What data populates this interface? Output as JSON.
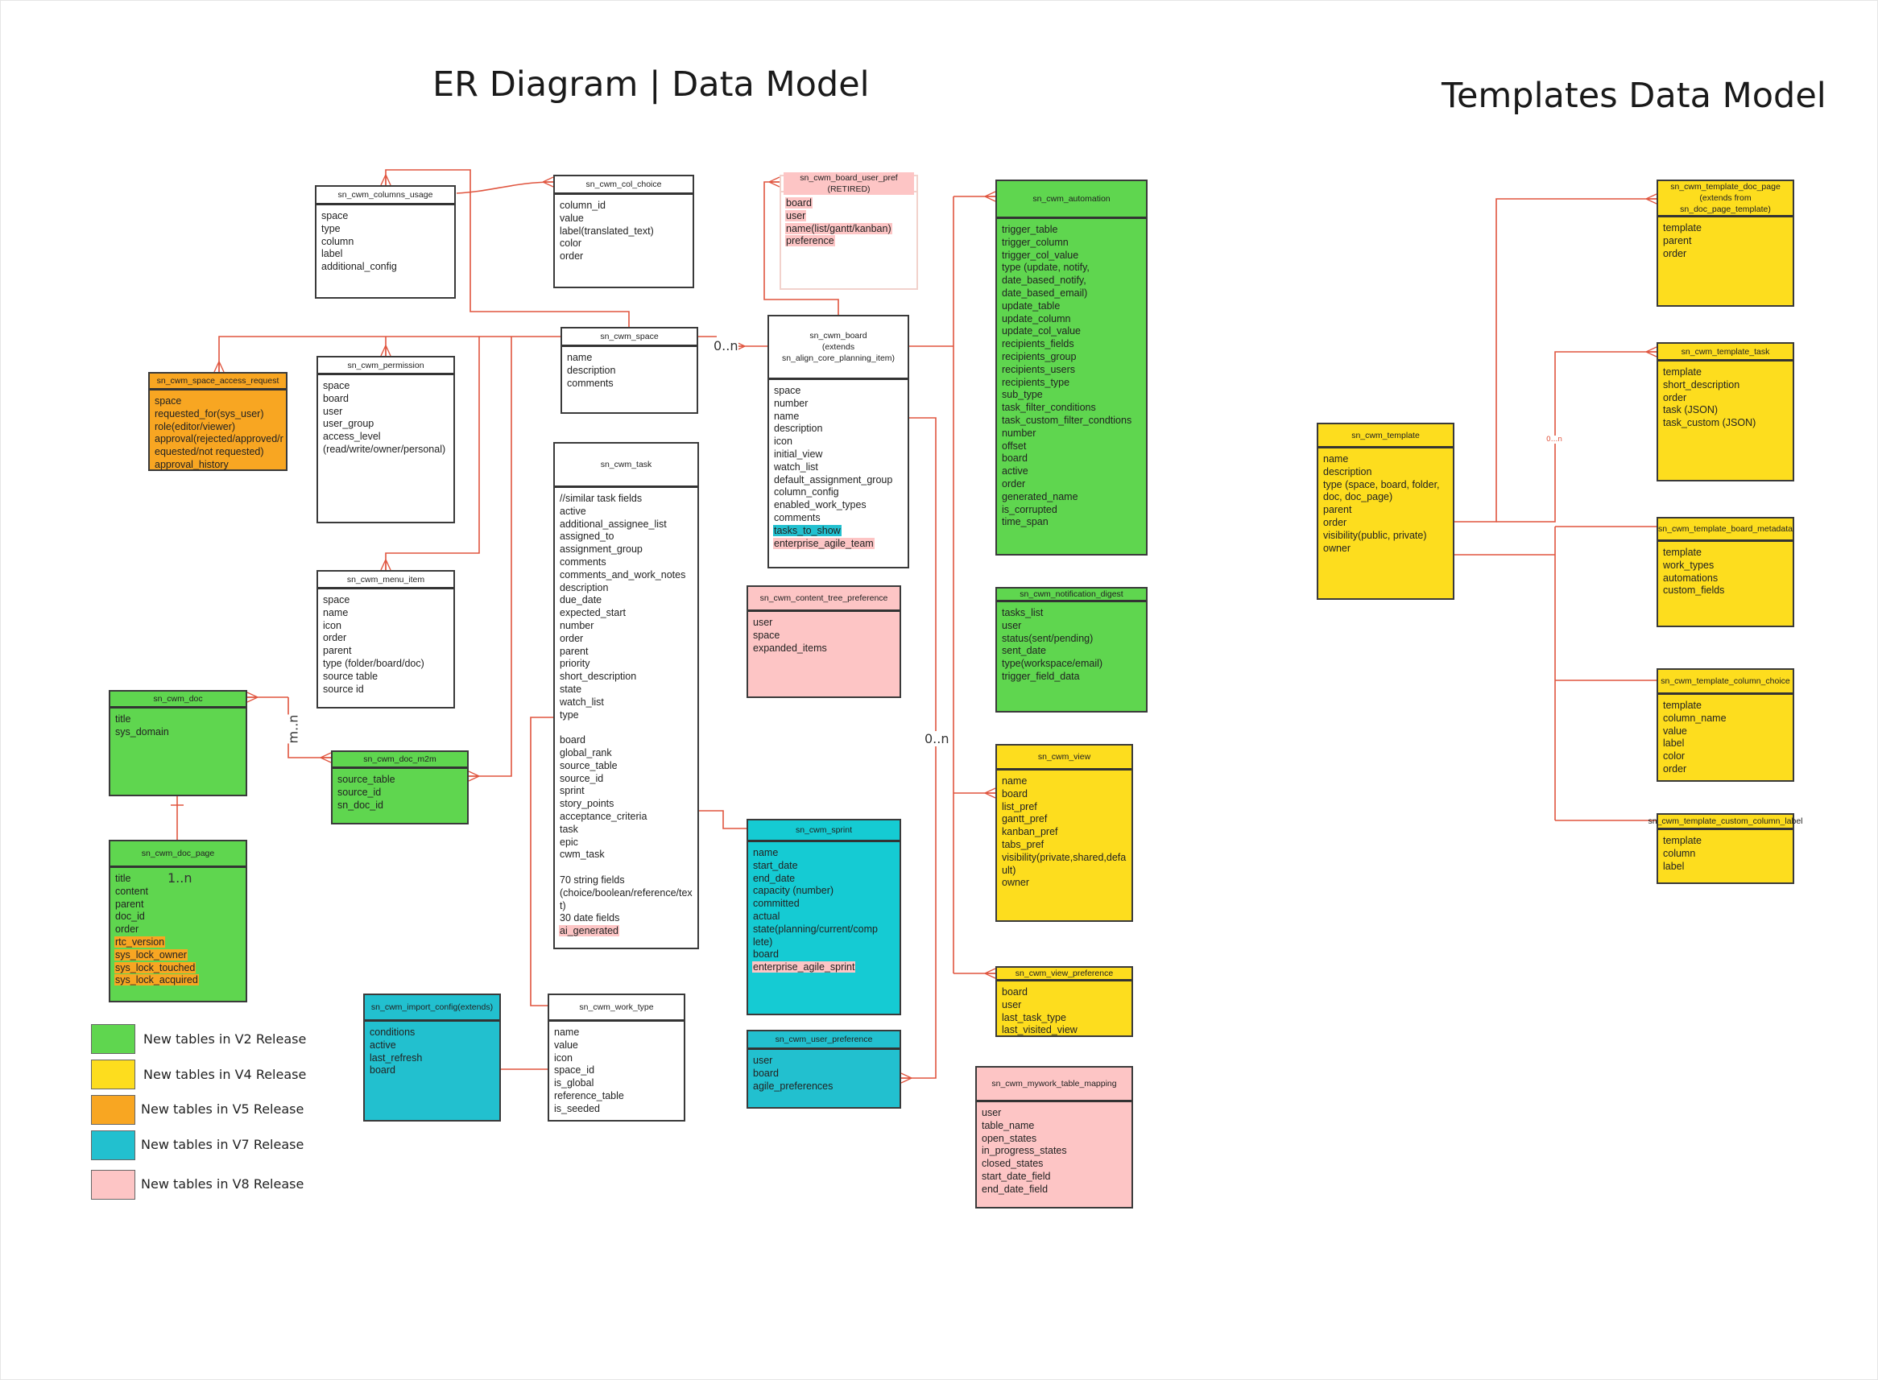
{
  "titles": {
    "er_diagram": "ER Diagram | Data Model",
    "templates": "Templates Data Model"
  },
  "colors": {
    "line": "#e0553f",
    "v2_green": "#5fd64f",
    "v4_yellow": "#fddd1e",
    "v5_orange": "#f8a622",
    "v7_teal": "#22c0cf",
    "v8_pink": "#fdc5c5"
  },
  "legend": [
    {
      "label": "New tables in V2 Release",
      "color": "#5fd64f"
    },
    {
      "label": "New tables in V4 Release",
      "color": "#fddd1e"
    },
    {
      "label": "New tables in V5 Release",
      "color": "#f8a622"
    },
    {
      "label": "New tables in V7 Release",
      "color": "#22c0cf"
    },
    {
      "label": "New tables in V8 Release",
      "color": "#fdc5c5"
    }
  ],
  "cardinality": {
    "space_board": "0..n",
    "board_views": "0..n",
    "doc_m2m": "m..n",
    "doc_page": "1..n",
    "template_children": "0...n"
  },
  "tables": {
    "columns_usage": {
      "title": "sn_cwm_columns_usage",
      "fields": [
        {
          "t": "space"
        },
        {
          "t": "type"
        },
        {
          "t": "column"
        },
        {
          "t": "label"
        },
        {
          "t": "additional_config"
        }
      ]
    },
    "col_choice": {
      "title": "sn_cwm_col_choice",
      "fields": [
        {
          "t": "column_id"
        },
        {
          "t": "value"
        },
        {
          "t": "label(translated_text)"
        },
        {
          "t": "color"
        },
        {
          "t": "order"
        }
      ]
    },
    "board_user_pref": {
      "title": "sn_cwm_board_user_pref (RETIRED)",
      "title_hl": "#fdc5c5",
      "fields": [
        {
          "t": "board",
          "hl": "#fdc5c5"
        },
        {
          "t": "user",
          "hl": "#fdc5c5"
        },
        {
          "t": "name(list/gantt/kanban)",
          "hl": "#fdc5c5"
        },
        {
          "t": "preference",
          "hl": "#fdc5c5"
        }
      ]
    },
    "space": {
      "title": "sn_cwm_space",
      "fields": [
        {
          "t": "name"
        },
        {
          "t": "description"
        },
        {
          "t": "comments"
        }
      ]
    },
    "board": {
      "title": "sn_cwm_board\n(extends\nsn_align_core_planning_item)",
      "fields": [
        {
          "t": "space"
        },
        {
          "t": "number"
        },
        {
          "t": "name"
        },
        {
          "t": "description"
        },
        {
          "t": "icon"
        },
        {
          "t": "initial_view"
        },
        {
          "t": "watch_list"
        },
        {
          "t": "default_assignment_group"
        },
        {
          "t": "column_config"
        },
        {
          "t": "enabled_work_types"
        },
        {
          "t": "comments"
        },
        {
          "t": "tasks_to_show",
          "hl": "#22c0cf"
        },
        {
          "t": "enterprise_agile_team",
          "hl": "#fdc5c5"
        }
      ]
    },
    "automation": {
      "title": "sn_cwm_automation",
      "fields": [
        {
          "t": "trigger_table"
        },
        {
          "t": "trigger_column"
        },
        {
          "t": "trigger_col_value"
        },
        {
          "t": "type (update, notify,"
        },
        {
          "t": "date_based_notify,"
        },
        {
          "t": "date_based_email)"
        },
        {
          "t": "update_table"
        },
        {
          "t": "update_column"
        },
        {
          "t": "update_col_value"
        },
        {
          "t": "recipients_fields"
        },
        {
          "t": "recipients_group"
        },
        {
          "t": "recipients_users"
        },
        {
          "t": "recipients_type"
        },
        {
          "t": "sub_type"
        },
        {
          "t": "task_filter_conditions"
        },
        {
          "t": "task_custom_filter_condtions"
        },
        {
          "t": "number"
        },
        {
          "t": "offset"
        },
        {
          "t": "board"
        },
        {
          "t": "active"
        },
        {
          "t": "order"
        },
        {
          "t": "generated_name"
        },
        {
          "t": "is_corrupted"
        },
        {
          "t": "time_span"
        }
      ]
    },
    "space_access_request": {
      "title": "sn_cwm_space_access_request",
      "fields": [
        {
          "t": "space"
        },
        {
          "t": "requested_for(sys_user)"
        },
        {
          "t": "role(editor/viewer)"
        },
        {
          "t": "approval(rejected/approved/r"
        },
        {
          "t": "equested/not requested)"
        },
        {
          "t": "approval_history"
        }
      ]
    },
    "permission": {
      "title": "sn_cwm_permission",
      "fields": [
        {
          "t": "space"
        },
        {
          "t": "board"
        },
        {
          "t": "user"
        },
        {
          "t": "user_group"
        },
        {
          "t": "access_level"
        },
        {
          "t": "(read/write/owner/personal)"
        }
      ]
    },
    "task": {
      "title": "sn_cwm_task",
      "fields": [
        {
          "t": "//similar task fields"
        },
        {
          "t": "active"
        },
        {
          "t": "additional_assignee_list"
        },
        {
          "t": "assigned_to"
        },
        {
          "t": "assignment_group"
        },
        {
          "t": "comments"
        },
        {
          "t": "comments_and_work_notes"
        },
        {
          "t": "description"
        },
        {
          "t": "due_date"
        },
        {
          "t": "expected_start"
        },
        {
          "t": "number"
        },
        {
          "t": "order"
        },
        {
          "t": "parent"
        },
        {
          "t": "priority"
        },
        {
          "t": "short_description"
        },
        {
          "t": "state"
        },
        {
          "t": "watch_list"
        },
        {
          "t": "type"
        },
        {
          "t": " "
        },
        {
          "t": "board"
        },
        {
          "t": "global_rank"
        },
        {
          "t": "source_table"
        },
        {
          "t": "source_id"
        },
        {
          "t": "sprint"
        },
        {
          "t": "story_points"
        },
        {
          "t": "acceptance_criteria"
        },
        {
          "t": "task"
        },
        {
          "t": "epic"
        },
        {
          "t": "cwm_task"
        },
        {
          "t": " "
        },
        {
          "t": "70 string fields"
        },
        {
          "t": "(choice/boolean/reference/tex"
        },
        {
          "t": "t)"
        },
        {
          "t": "30 date fields"
        },
        {
          "t": "ai_generated",
          "hl": "#fdc5c5"
        }
      ]
    },
    "menu_item": {
      "title": "sn_cwm_menu_item",
      "fields": [
        {
          "t": "space"
        },
        {
          "t": "name"
        },
        {
          "t": "icon"
        },
        {
          "t": "order"
        },
        {
          "t": "parent"
        },
        {
          "t": "type (folder/board/doc)"
        },
        {
          "t": "source table"
        },
        {
          "t": "source id"
        }
      ]
    },
    "content_tree_preference": {
      "title": "sn_cwm_content_tree_preference",
      "fields": [
        {
          "t": "user"
        },
        {
          "t": "space"
        },
        {
          "t": "expanded_items"
        }
      ]
    },
    "notification_digest": {
      "title": "sn_cwm_notification_digest",
      "fields": [
        {
          "t": "tasks_list"
        },
        {
          "t": "user"
        },
        {
          "t": "status(sent/pending)"
        },
        {
          "t": "sent_date"
        },
        {
          "t": "type(workspace/email)"
        },
        {
          "t": "trigger_field_data"
        }
      ]
    },
    "doc": {
      "title": "sn_cwm_doc",
      "fields": [
        {
          "t": "title"
        },
        {
          "t": "sys_domain"
        }
      ]
    },
    "doc_m2m": {
      "title": "sn_cwm_doc_m2m",
      "fields": [
        {
          "t": "source_table"
        },
        {
          "t": "source_id"
        },
        {
          "t": "sn_doc_id"
        }
      ]
    },
    "view": {
      "title": "sn_cwm_view",
      "fields": [
        {
          "t": "name"
        },
        {
          "t": "board"
        },
        {
          "t": "list_pref"
        },
        {
          "t": "gantt_pref"
        },
        {
          "t": "kanban_pref"
        },
        {
          "t": "tabs_pref"
        },
        {
          "t": "visibility(private,shared,defa"
        },
        {
          "t": "ult)"
        },
        {
          "t": "owner"
        }
      ]
    },
    "sprint": {
      "title": "sn_cwm_sprint",
      "fields": [
        {
          "t": "name"
        },
        {
          "t": "start_date"
        },
        {
          "t": "end_date"
        },
        {
          "t": "capacity (number)"
        },
        {
          "t": "committed"
        },
        {
          "t": "actual"
        },
        {
          "t": "state(planning/current/comp"
        },
        {
          "t": "lete)"
        },
        {
          "t": "board"
        },
        {
          "t": "enterprise_agile_sprint",
          "hl": "#fdc5c5"
        }
      ]
    },
    "doc_page": {
      "title": "sn_cwm_doc_page",
      "fields": [
        {
          "t": "title"
        },
        {
          "t": "content"
        },
        {
          "t": "parent"
        },
        {
          "t": "doc_id"
        },
        {
          "t": "order"
        },
        {
          "t": "rtc_version",
          "hl": "#f8a622"
        },
        {
          "t": "sys_lock_owner",
          "hl": "#f8a622"
        },
        {
          "t": "sys_lock_touched",
          "hl": "#f8a622"
        },
        {
          "t": "sys_lock_acquired",
          "hl": "#f8a622"
        }
      ]
    },
    "view_preference": {
      "title": "sn_cwm_view_preference",
      "fields": [
        {
          "t": "board"
        },
        {
          "t": "user"
        },
        {
          "t": "last_task_type"
        },
        {
          "t": "last_visited_view"
        }
      ]
    },
    "import_config": {
      "title": "sn_cwm_import_config(extends)",
      "fields": [
        {
          "t": "conditions"
        },
        {
          "t": "active"
        },
        {
          "t": "last_refresh"
        },
        {
          "t": "board"
        }
      ]
    },
    "work_type": {
      "title": "sn_cwm_work_type",
      "fields": [
        {
          "t": "name"
        },
        {
          "t": "value"
        },
        {
          "t": "icon"
        },
        {
          "t": "space_id"
        },
        {
          "t": "is_global"
        },
        {
          "t": "reference_table"
        },
        {
          "t": "is_seeded"
        }
      ]
    },
    "user_preference": {
      "title": "sn_cwm_user_preference",
      "fields": [
        {
          "t": "user"
        },
        {
          "t": "board"
        },
        {
          "t": "agile_preferences"
        }
      ]
    },
    "mywork_table_mapping": {
      "title": "sn_cwm_mywork_table_mapping",
      "fields": [
        {
          "t": "user"
        },
        {
          "t": "table_name"
        },
        {
          "t": "open_states"
        },
        {
          "t": "in_progress_states"
        },
        {
          "t": "closed_states"
        },
        {
          "t": "start_date_field"
        },
        {
          "t": "end_date_field"
        }
      ]
    },
    "template": {
      "title": "sn_cwm_template",
      "fields": [
        {
          "t": "name"
        },
        {
          "t": "description"
        },
        {
          "t": "type (space, board, folder,"
        },
        {
          "t": "doc, doc_page)"
        },
        {
          "t": "parent"
        },
        {
          "t": "order"
        },
        {
          "t": "visibility(public, private)"
        },
        {
          "t": "owner"
        }
      ]
    },
    "template_doc_page": {
      "title": "sn_cwm_template_doc_page (extends from sn_doc_page_template)",
      "fields": [
        {
          "t": "template"
        },
        {
          "t": "parent"
        },
        {
          "t": "order"
        }
      ]
    },
    "template_task": {
      "title": "sn_cwm_template_task",
      "fields": [
        {
          "t": "template"
        },
        {
          "t": "short_description"
        },
        {
          "t": "order"
        },
        {
          "t": "task (JSON)"
        },
        {
          "t": "task_custom (JSON)"
        }
      ]
    },
    "template_board_metadata": {
      "title": "sn_cwm_template_board_metadata",
      "fields": [
        {
          "t": "template"
        },
        {
          "t": "work_types"
        },
        {
          "t": "automations"
        },
        {
          "t": "custom_fields"
        }
      ]
    },
    "template_column_choice": {
      "title": "sn_cwm_template_column_choice",
      "fields": [
        {
          "t": "template"
        },
        {
          "t": "column_name"
        },
        {
          "t": "value"
        },
        {
          "t": "label"
        },
        {
          "t": "color"
        },
        {
          "t": "order"
        }
      ]
    },
    "template_custom_column_label": {
      "title": "sn_cwm_template_custom_column_label",
      "fields": [
        {
          "t": "template"
        },
        {
          "t": "column"
        },
        {
          "t": "label"
        }
      ]
    }
  }
}
